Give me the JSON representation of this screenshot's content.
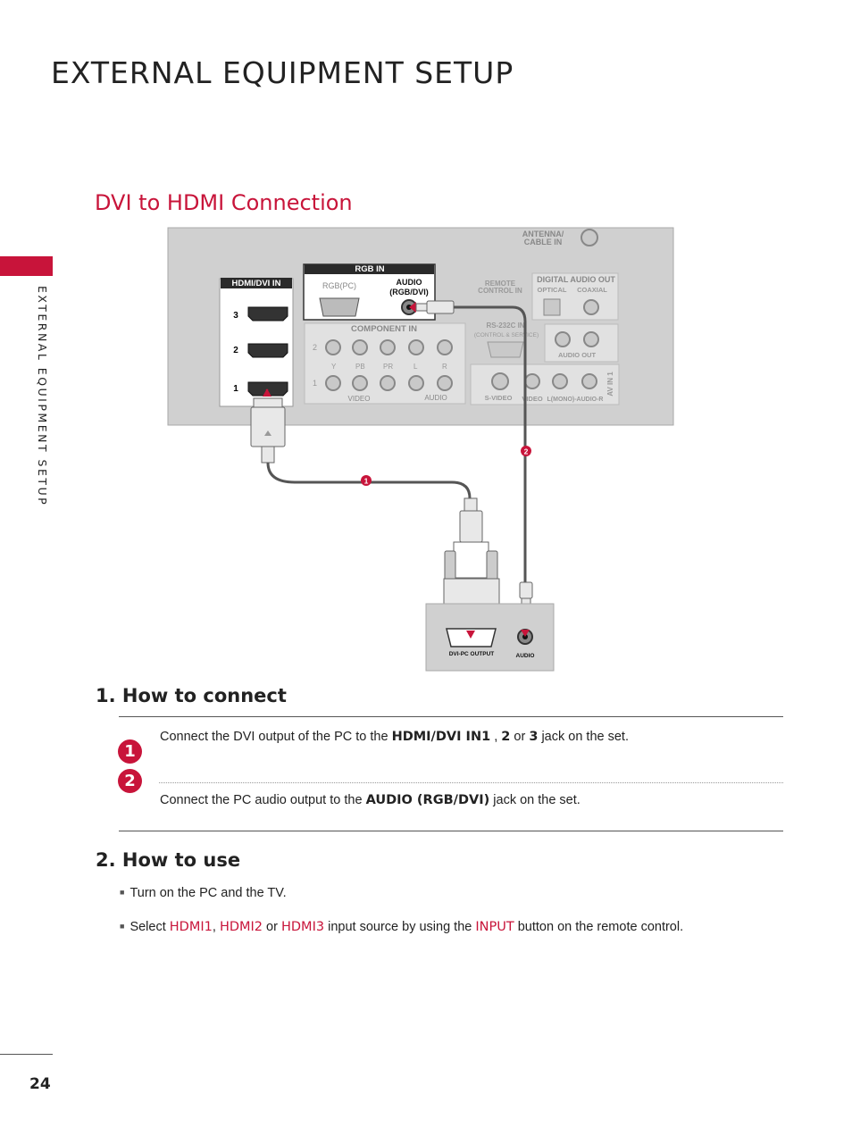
{
  "page": {
    "title": "EXTERNAL EQUIPMENT SETUP",
    "side_tab": "EXTERNAL EQUIPMENT SETUP",
    "page_number": "24",
    "accent_color": "#c8143a"
  },
  "section": {
    "heading": "DVI to HDMI Connection"
  },
  "diagram": {
    "tv_panel": {
      "hdmi_label": "HDMI/DVI IN",
      "hdmi_ports": [
        "3",
        "2",
        "1"
      ],
      "rgb_label": "RGB IN",
      "rgb_pc": "RGB(PC)",
      "audio_rgb_dvi": "AUDIO",
      "audio_rgb_dvi_sub": "(RGB/DVI)",
      "component_in": "COMPONENT IN",
      "component_rows": [
        "2",
        "1"
      ],
      "component_jacks": [
        "Y",
        "PB",
        "PR",
        "L",
        "R"
      ],
      "video": "VIDEO",
      "audio": "AUDIO",
      "antenna": "ANTENNA/",
      "cable_in": "CABLE IN",
      "remote": "REMOTE",
      "control_in": "CONTROL IN",
      "digital_audio_out": "DIGITAL AUDIO OUT",
      "optical": "OPTICAL",
      "coaxial": "COAXIAL",
      "rs232c": "RS-232C IN",
      "control_service": "(CONTROL & SERVICE)",
      "audio_out": "AUDIO OUT",
      "av_in_1": "AV IN 1",
      "s_video": "S-VIDEO",
      "av_video": "VIDEO",
      "l_mono_audio_r": "L(MONO)-AUDIO-R"
    },
    "cable_markers": [
      "1",
      "2"
    ],
    "pc_panel": {
      "dvi_pc_output": "DVI-PC OUTPUT",
      "audio": "AUDIO"
    }
  },
  "how_to_connect": {
    "heading": "1. How to connect",
    "steps": [
      {
        "number": "1",
        "pre": "Connect the DVI output of the PC to the ",
        "bold1": "HDMI/DVI IN1",
        "sep1": " , ",
        "bold2": "2",
        "sep2": " or ",
        "bold3": "3",
        "post": " jack on the set."
      },
      {
        "number": "2",
        "pre": "Connect the PC audio output to the ",
        "bold1": "AUDIO (RGB/DVI)",
        "post": " jack on the set."
      }
    ]
  },
  "how_to_use": {
    "heading": "2. How to use",
    "bullet_symbol": "■",
    "bullets": [
      {
        "text": "Turn on the PC and the TV."
      },
      {
        "pre": "Select ",
        "h1": "HDMI1",
        "s1": ", ",
        "h2": "HDMI2",
        "s2": " or ",
        "h3": "HDMI3",
        "mid": " input source by using the ",
        "h4": "INPUT",
        "post": " button on the remote control."
      }
    ]
  }
}
